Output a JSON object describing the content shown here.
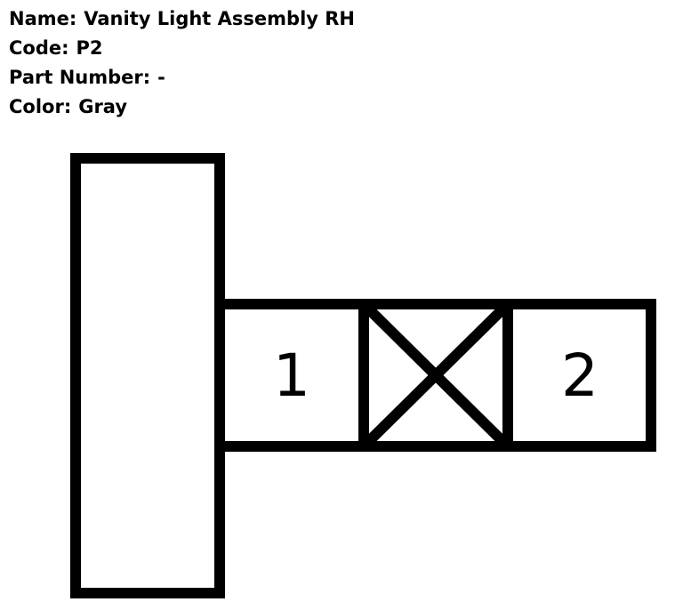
{
  "connector_info": {
    "name_label": "Name:",
    "name_value": "Vanity Light Assembly RH",
    "code_label": "Code:",
    "code_value": "P2",
    "part_number_label": "Part Number:",
    "part_number_value": "-",
    "color_label": "Color:",
    "color_value": "Gray"
  },
  "connector": {
    "cavities": [
      {
        "label": "1",
        "state": "pin"
      },
      {
        "label": "",
        "state": "empty-x"
      },
      {
        "label": "2",
        "state": "pin"
      }
    ]
  },
  "colors": {
    "stroke": "#000000",
    "fill": "#ffffff"
  }
}
